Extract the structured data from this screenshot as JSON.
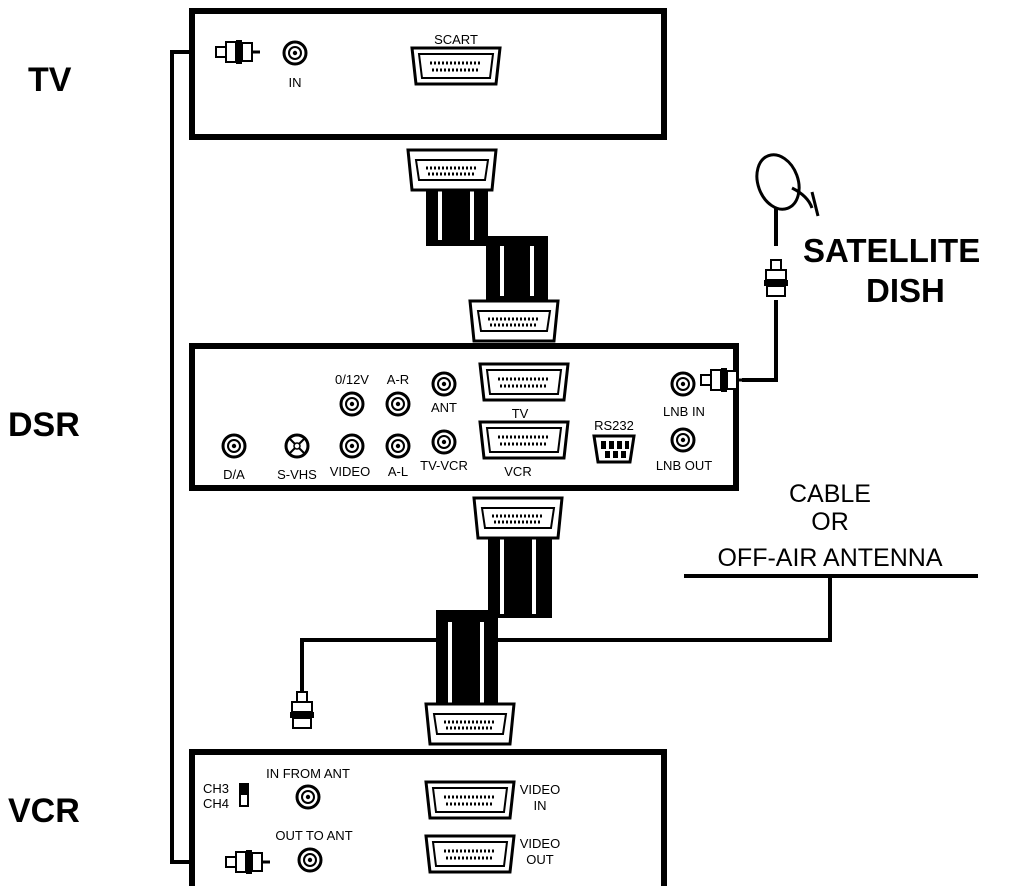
{
  "devices": {
    "tv": "TV",
    "dsr": "DSR",
    "vcr": "VCR"
  },
  "callouts": {
    "satellite_line1": "SATELLITE",
    "satellite_line2": "DISH",
    "cable_line1": "CABLE",
    "cable_line2": "OR",
    "cable_line3": "OFF-AIR ANTENNA"
  },
  "tv_panel": {
    "scart": "SCART",
    "in": "IN"
  },
  "dsr_panel": {
    "v012": "0/12V",
    "ar": "A-R",
    "ant": "ANT",
    "tv": "TV",
    "lnb_in": "LNB IN",
    "rs232": "RS232",
    "da": "D/A",
    "svhs": "S-VHS",
    "video": "VIDEO",
    "al": "A-L",
    "tvvcr": "TV-VCR",
    "vcr": "VCR",
    "lnb_out": "LNB OUT"
  },
  "vcr_panel": {
    "ch3": "CH3",
    "ch4": "CH4",
    "in_from_ant": "IN FROM ANT",
    "out_to_ant": "OUT TO ANT",
    "video_in_1": "VIDEO",
    "video_in_2": "IN",
    "video_out_1": "VIDEO",
    "video_out_2": "OUT"
  }
}
